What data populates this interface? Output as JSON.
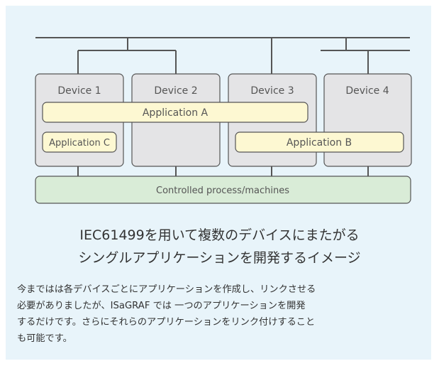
{
  "diagram": {
    "devices": [
      {
        "id": "d1",
        "label": "Device 1"
      },
      {
        "id": "d2",
        "label": "Device 2"
      },
      {
        "id": "d3",
        "label": "Device 3"
      },
      {
        "id": "d4",
        "label": "Device 4"
      }
    ],
    "applications": [
      {
        "id": "appA",
        "label": "Application A"
      },
      {
        "id": "appB",
        "label": "Application B"
      },
      {
        "id": "appC",
        "label": "Application C"
      }
    ],
    "process_label": "Controlled process/machines"
  },
  "caption": {
    "title_line1": "IEC61499を用いて複数のデバイスにまたがる",
    "title_line2": "シングルアプリケーションを開発するイメージ",
    "body_lines": [
      "今まではは各デバイスごとにアプリケーションを作成し、リンクさせる",
      "必要がありましたが、ISaGRAF では 一つのアプリケーションを開発",
      "するだけです。さらにそれらのアプリケーションをリンク付けすること",
      "も可能です。"
    ]
  },
  "colors": {
    "panel_bg": "#e8f4fa",
    "device_fill": "#e4e4e6",
    "app_fill": "#fdf8d2",
    "process_fill": "#d9ecd7",
    "line": "#555555"
  }
}
